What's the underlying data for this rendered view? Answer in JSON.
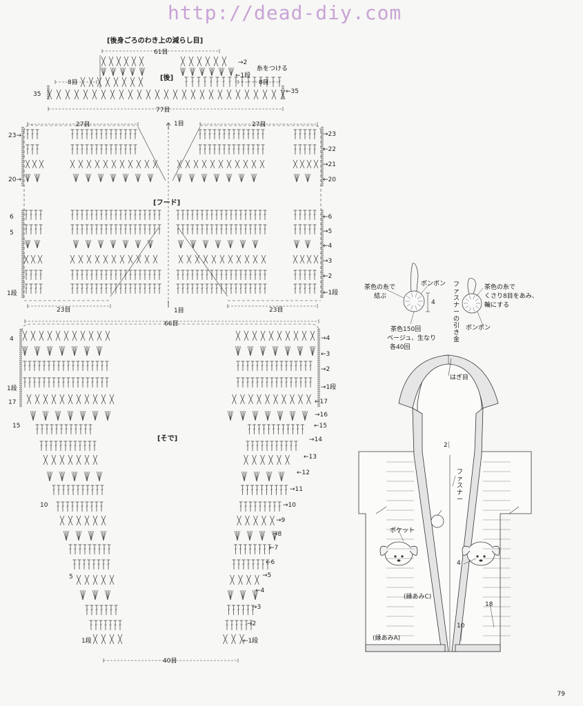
{
  "watermark": "http://dead-diy.com",
  "back": {
    "section_title": "[後身ごろのわき上の減らし目]",
    "label": "[後]",
    "top_count": "61目",
    "bottom_count": "77目",
    "side_count": "8目",
    "side_count_right": "8目",
    "row_label": "35",
    "row_label_right": "←35",
    "row2": "→2",
    "row1": "←1段",
    "yarn_note": "糸をつける"
  },
  "hood": {
    "label": "[フード]",
    "top_left_count": "27目",
    "top_right_count": "27目",
    "bottom_left_count": "23目",
    "bottom_right_count": "23目",
    "top_center": "1目",
    "bottom_center": "1目",
    "left_rows": [
      "23→",
      "20→",
      "6",
      "5",
      "1段"
    ],
    "right_rows": [
      "→23",
      "←22",
      "→21",
      "←20",
      "←6",
      "→5",
      "←4",
      "→3",
      "←2",
      "←1段"
    ]
  },
  "sleeve": {
    "label": "[そで]",
    "top_count": "66目",
    "bottom_count": "40目",
    "left_rows": [
      "4",
      "1段",
      "17",
      "15",
      "10",
      "5",
      "1段"
    ],
    "right_rows": [
      "→4",
      "←3",
      "→2",
      "→1段",
      "←17",
      "→16",
      "←15",
      "→14",
      "←13",
      "←12",
      "→11",
      "→10",
      "→9",
      "→8",
      "←7",
      "←6",
      "→5",
      "←4",
      "→3",
      "→2",
      "←1段"
    ]
  },
  "pompom": {
    "left_note_1": "茶色の糸で",
    "left_note_2": "結ぶ",
    "label": "ポンポン",
    "size": "4",
    "material_1": "茶色150回",
    "material_2": "ベージュ、生なり",
    "material_3": "各40回",
    "right_note_1": "茶色の糸で",
    "right_note_2": "くさり8目をあみ、",
    "right_note_3": "輪にする",
    "zip_pull": "ファスナーの引き金",
    "label_right": "ポンポン"
  },
  "vest": {
    "seam_label": "はぎ目",
    "hood_trim": "2",
    "zipper": "ファスナー",
    "pocket": "ポケット",
    "pocket_trim": "4",
    "edge_c": "(縁あみC)",
    "length": "18",
    "edge_a": "(縁あみA)",
    "bottom_trim": "10"
  },
  "page_number": "79"
}
